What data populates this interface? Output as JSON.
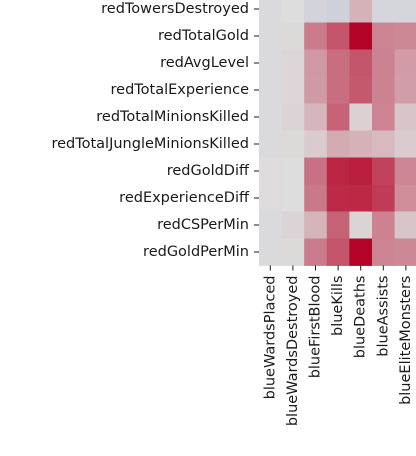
{
  "chart_data": {
    "type": "heatmap",
    "x_categories": [
      "blueWardsPlaced",
      "blueWardsDestroyed",
      "blueFirstBlood",
      "blueKills",
      "blueDeaths",
      "blueAssists",
      "blueEliteMonsters"
    ],
    "y_categories": [
      "redTowersDestroyed",
      "redTotalGold",
      "redAvgLevel",
      "redTotalExperience",
      "redTotalMinionsKilled",
      "redTotalJungleMinionsKilled",
      "redGoldDiff",
      "redExperienceDiff",
      "redCSPerMin",
      "redGoldPerMin"
    ],
    "values": [
      [
        -0.02,
        0.0,
        -0.07,
        -0.09,
        0.2,
        -0.05,
        -0.05
      ],
      [
        -0.02,
        0.02,
        0.45,
        0.63,
        1.0,
        0.41,
        0.39
      ],
      [
        -0.02,
        0.03,
        0.32,
        0.51,
        0.62,
        0.42,
        0.3
      ],
      [
        -0.02,
        0.03,
        0.31,
        0.51,
        0.61,
        0.42,
        0.29
      ],
      [
        -0.02,
        0.04,
        0.18,
        0.56,
        0.06,
        0.41,
        0.11
      ],
      [
        -0.02,
        0.02,
        0.08,
        0.23,
        0.2,
        0.16,
        0.08
      ],
      [
        0.01,
        0.0,
        0.5,
        0.85,
        0.88,
        0.71,
        0.4
      ],
      [
        0.01,
        0.0,
        0.46,
        0.82,
        0.83,
        0.74,
        0.36
      ],
      [
        -0.02,
        0.04,
        0.19,
        0.56,
        0.04,
        0.42,
        0.11
      ],
      [
        -0.02,
        0.02,
        0.45,
        0.63,
        1.0,
        0.41,
        0.39
      ]
    ],
    "colormap": "coolwarm",
    "colormap_stops": [
      "#3b4cc0",
      "#dddddd",
      "#b40426"
    ]
  }
}
